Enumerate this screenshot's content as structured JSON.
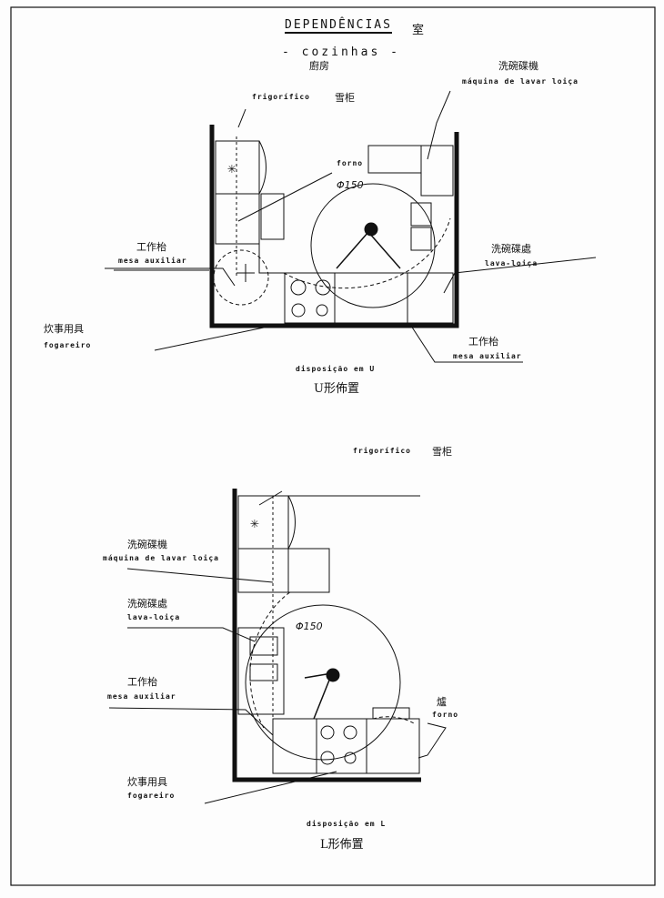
{
  "header": {
    "title": "DEPENDÊNCIAS",
    "title_zh": "室",
    "subtitle": "- cozinhas -",
    "subtitle_zh": "廚房"
  },
  "plan_u": {
    "dishwasher_zh": "洗碗碟機",
    "dishwasher": "máquina de lavar loiça",
    "fridge": "frigorífico",
    "fridge_zh": "雪柜",
    "oven": "forno",
    "diameter": "Φ150",
    "aux_table_left_zh": "工作枱",
    "aux_table_left": "mesa auxiliar",
    "sink_zh": "洗碗碟處",
    "sink": "lava-loiça",
    "stove_zh": "炊事用具",
    "stove": "fogareiro",
    "aux_table_right_zh": "工作枱",
    "aux_table_right": "mesa auxiliar",
    "caption": "disposição em U",
    "caption_zh": "U形佈置"
  },
  "plan_l": {
    "fridge": "frigorífico",
    "fridge_zh": "雪柜",
    "dishwasher_zh": "洗碗碟機",
    "dishwasher": "máquina de lavar loiça",
    "sink_zh": "洗碗碟處",
    "sink": "lava-loiça",
    "diameter": "Φ150",
    "aux_table_zh": "工作枱",
    "aux_table": "mesa auxiliar",
    "oven_zh": "爐",
    "oven": "forno",
    "stove_zh": "炊事用具",
    "stove": "fogareiro",
    "caption": "disposição em L",
    "caption_zh": "L形佈置"
  }
}
